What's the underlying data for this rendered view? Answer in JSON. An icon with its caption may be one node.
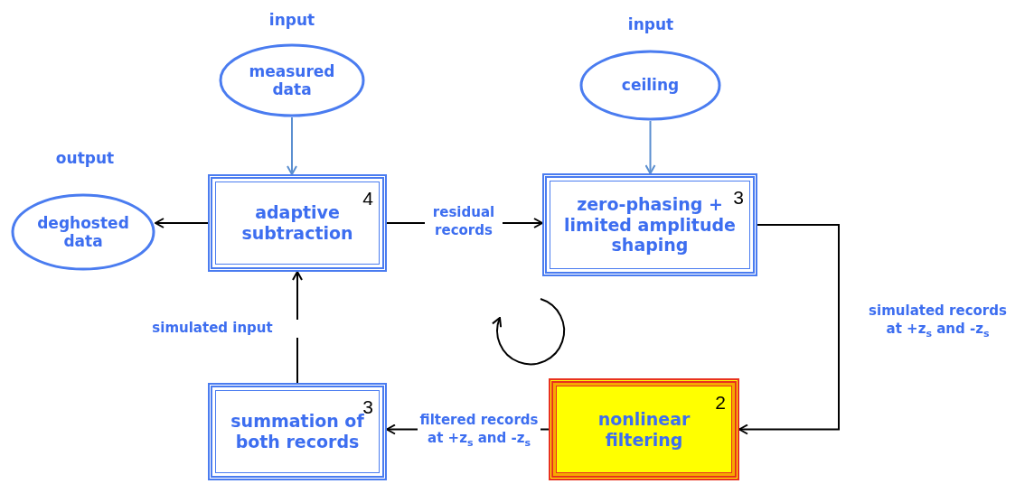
{
  "diagram": {
    "nodes": [
      {
        "text": [
          "measured data"
        ],
        "beside": [
          "input"
        ]
      },
      {
        "text": [
          "ceiling"
        ],
        "beside": [
          "input"
        ]
      },
      {
        "text": [
          "deghosted data"
        ],
        "beside": [
          "output"
        ]
      },
      {
        "text": [
          "4",
          "adaptive subtraction"
        ]
      },
      {
        "text": [
          "3",
          "zero-phasing + limited amplitude shaping"
        ]
      },
      {
        "text": [
          "3",
          "summation of both records"
        ]
      },
      {
        "text": [
          "2",
          "nonlinear filtering"
        ]
      }
    ],
    "edges": [
      {
        "from": 0,
        "to": 3,
        "arrow": "to",
        "color": "#5b8fd0"
      },
      {
        "from": 1,
        "to": 4,
        "arrow": "to",
        "color": "#5b8fd0"
      },
      {
        "from": 3,
        "to": 2,
        "arrow": "to"
      },
      {
        "from": 3,
        "to": 4,
        "arrow": "to",
        "label": "residual records"
      },
      {
        "from": 4,
        "to": 6,
        "arrow": "to",
        "label": "simulated records at +z$_{s}$ and -z$_{s}$"
      },
      {
        "from": 6,
        "to": 5,
        "arrow": "to",
        "label": "filtered records at +z$_{s}$ and -z$_{s}$"
      },
      {
        "from": 5,
        "to": 3,
        "arrow": "to",
        "label": "simulated input"
      }
    ]
  }
}
